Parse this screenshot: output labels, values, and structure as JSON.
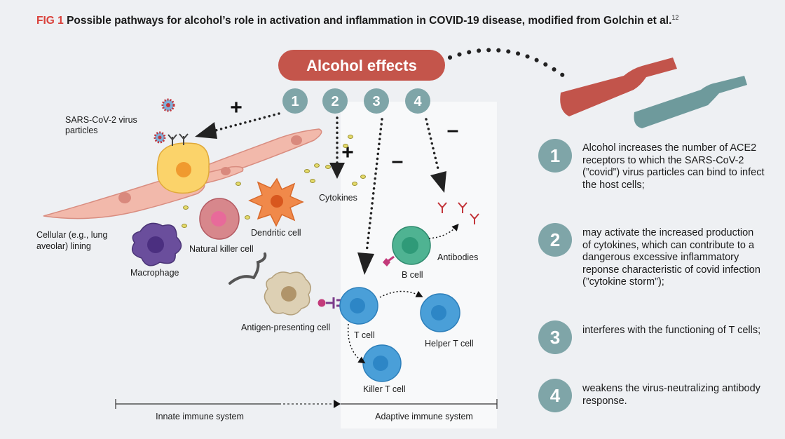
{
  "caption": {
    "label": "FIG 1",
    "text": "Possible pathways for alcohol’s role in activation and inflammation in COVID-19 disease, modified from Golchin et al.",
    "ref": "12"
  },
  "banner": "Alcohol effects",
  "pathway_numbers": [
    "1",
    "2",
    "3",
    "4"
  ],
  "signs": {
    "plus": "+",
    "minus": "–"
  },
  "labels": {
    "virus": [
      "SARS-CoV-2 virus",
      "particles"
    ],
    "lining": [
      "Cellular (e.g., lung",
      "aveolar) lining"
    ],
    "macrophage": "Macrophage",
    "nk_cell": "Natural killer cell",
    "dendritic": "Dendritic cell",
    "cytokines": "Cytokines",
    "apc": "Antigen-presenting cell",
    "t_cell": "T cell",
    "b_cell": "B cell",
    "antibodies": "Antibodies",
    "helper_t": "Helper T cell",
    "killer_t": "Killer T cell",
    "innate": "Innate immune system",
    "adaptive": "Adaptive immune system"
  },
  "legend": [
    {
      "num": "1",
      "text": "Alcohol increases the number of ACE2 receptors to which the SARS-CoV-2 (”covid”) virus particles can bind to infect the host cells;"
    },
    {
      "num": "2",
      "text": "may activate the increased production of cytokines, which can contribute to a dangerous excessive inflammatory reponse characteristic of covid infection (”cytokine storm”);"
    },
    {
      "num": "3",
      "text": "interferes with the functioning of T cells;"
    },
    {
      "num": "4",
      "text": "weakens the virus-neutralizing antibody response."
    }
  ],
  "colors": {
    "accent_red": "#d9403a",
    "banner": "#c4554b",
    "number_circle": "#7fa5a8",
    "bottle_red": "#c2544b",
    "bottle_teal": "#6e9a9c",
    "t_cell": "#4a9fd8",
    "b_cell": "#3d9c80"
  }
}
